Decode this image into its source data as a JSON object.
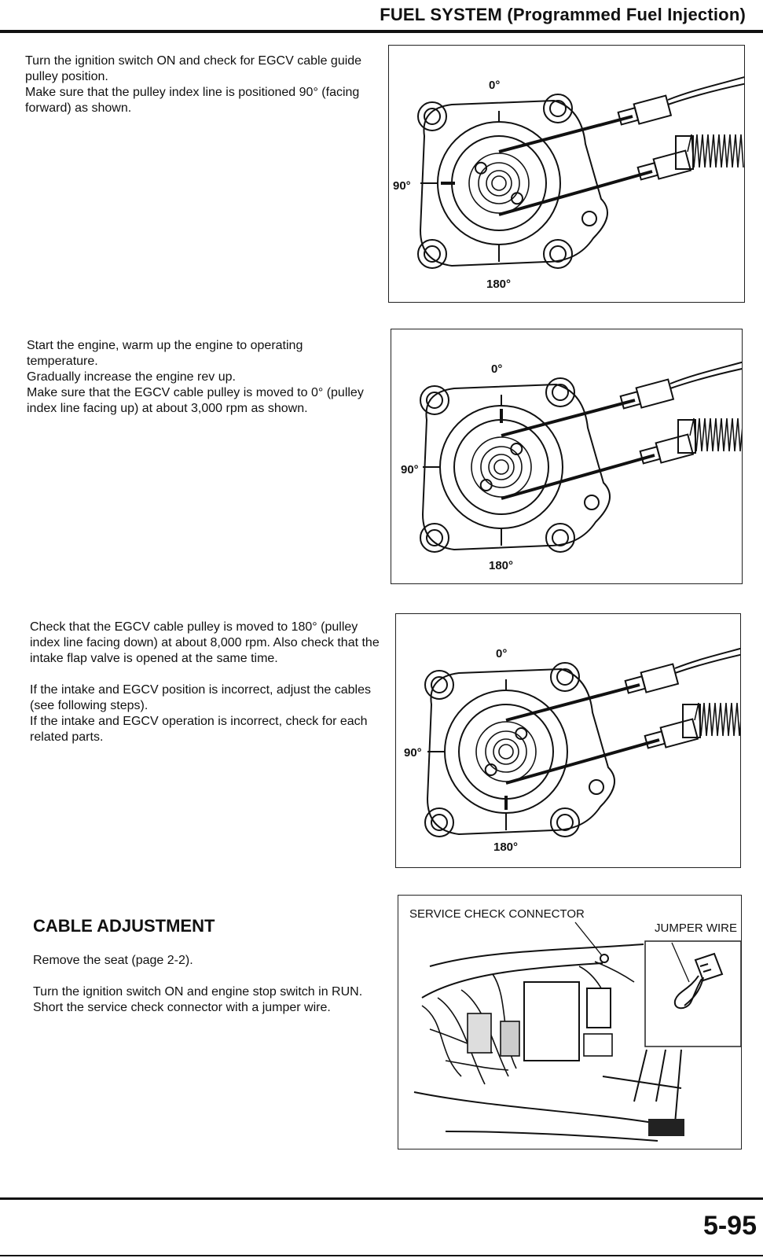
{
  "header": {
    "title": "FUEL SYSTEM (Programmed Fuel Injection)"
  },
  "steps": [
    {
      "paragraphs": [
        "Turn the ignition switch ON and check for EGCV cable guide pulley position.",
        "Make sure that the pulley index line is positioned 90° (facing forward) as shown."
      ],
      "figure": {
        "top_label": "0°",
        "left_label": "90°",
        "bottom_label": "180°",
        "pulley_angle": 90
      }
    },
    {
      "paragraphs": [
        "Start the engine, warm up the engine to operating temperature.",
        "Gradually increase the engine rev up.",
        "Make sure that the EGCV cable pulley is moved to 0° (pulley index line facing up) at about 3,000 rpm as shown."
      ],
      "figure": {
        "top_label": "0°",
        "left_label": "90°",
        "bottom_label": "180°",
        "pulley_angle": 0
      }
    },
    {
      "paragraphs": [
        "Check that the EGCV cable pulley is moved to 180° (pulley index line facing down) at about 8,000 rpm. Also check that the intake flap valve is opened at the same time.",
        "",
        "If the intake and EGCV position is incorrect, adjust the cables (see following steps).",
        "If the intake and EGCV operation is incorrect, check for each related parts."
      ],
      "figure": {
        "top_label": "0°",
        "left_label": "90°",
        "bottom_label": "180°",
        "pulley_angle": 180
      }
    }
  ],
  "cable_adjustment": {
    "heading": "CABLE ADJUSTMENT",
    "paragraphs": [
      "Remove the seat (page 2-2).",
      "",
      "Turn the ignition switch ON and engine stop switch in RUN.",
      "Short the service check connector with a jumper wire."
    ],
    "figure": {
      "callout_connector": "SERVICE CHECK CONNECTOR",
      "callout_jumper": "JUMPER WIRE"
    }
  },
  "footer": {
    "page_number": "5-95"
  }
}
